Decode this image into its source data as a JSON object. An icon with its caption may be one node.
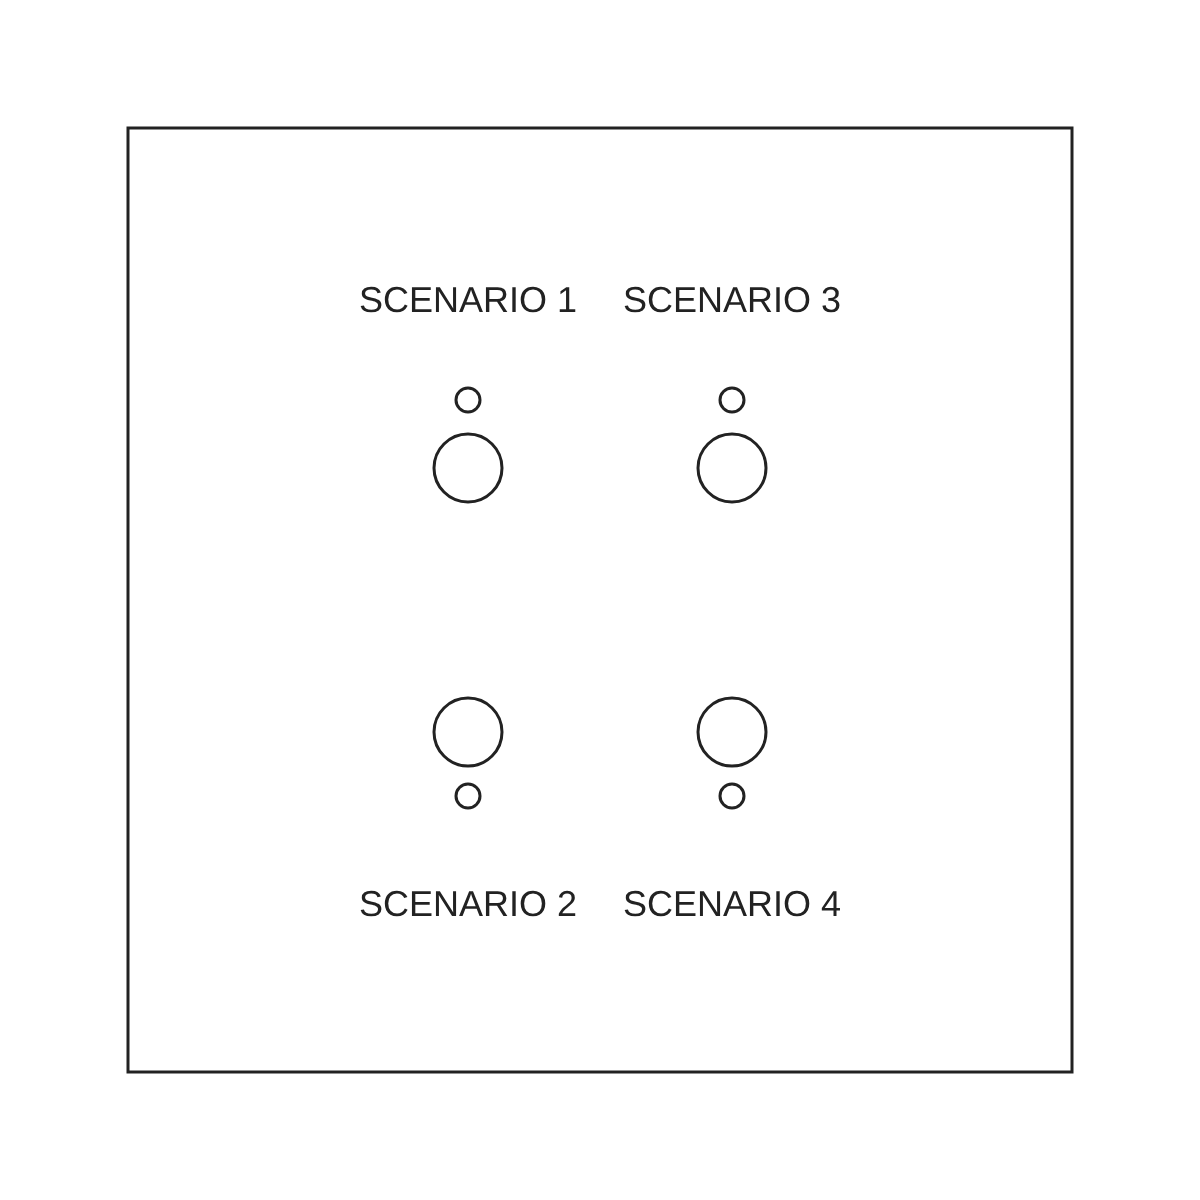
{
  "diagram": {
    "labels": [
      "SCENARIO 1",
      "SCENARIO 3",
      "SCENARIO 2",
      "SCENARIO 4"
    ]
  }
}
